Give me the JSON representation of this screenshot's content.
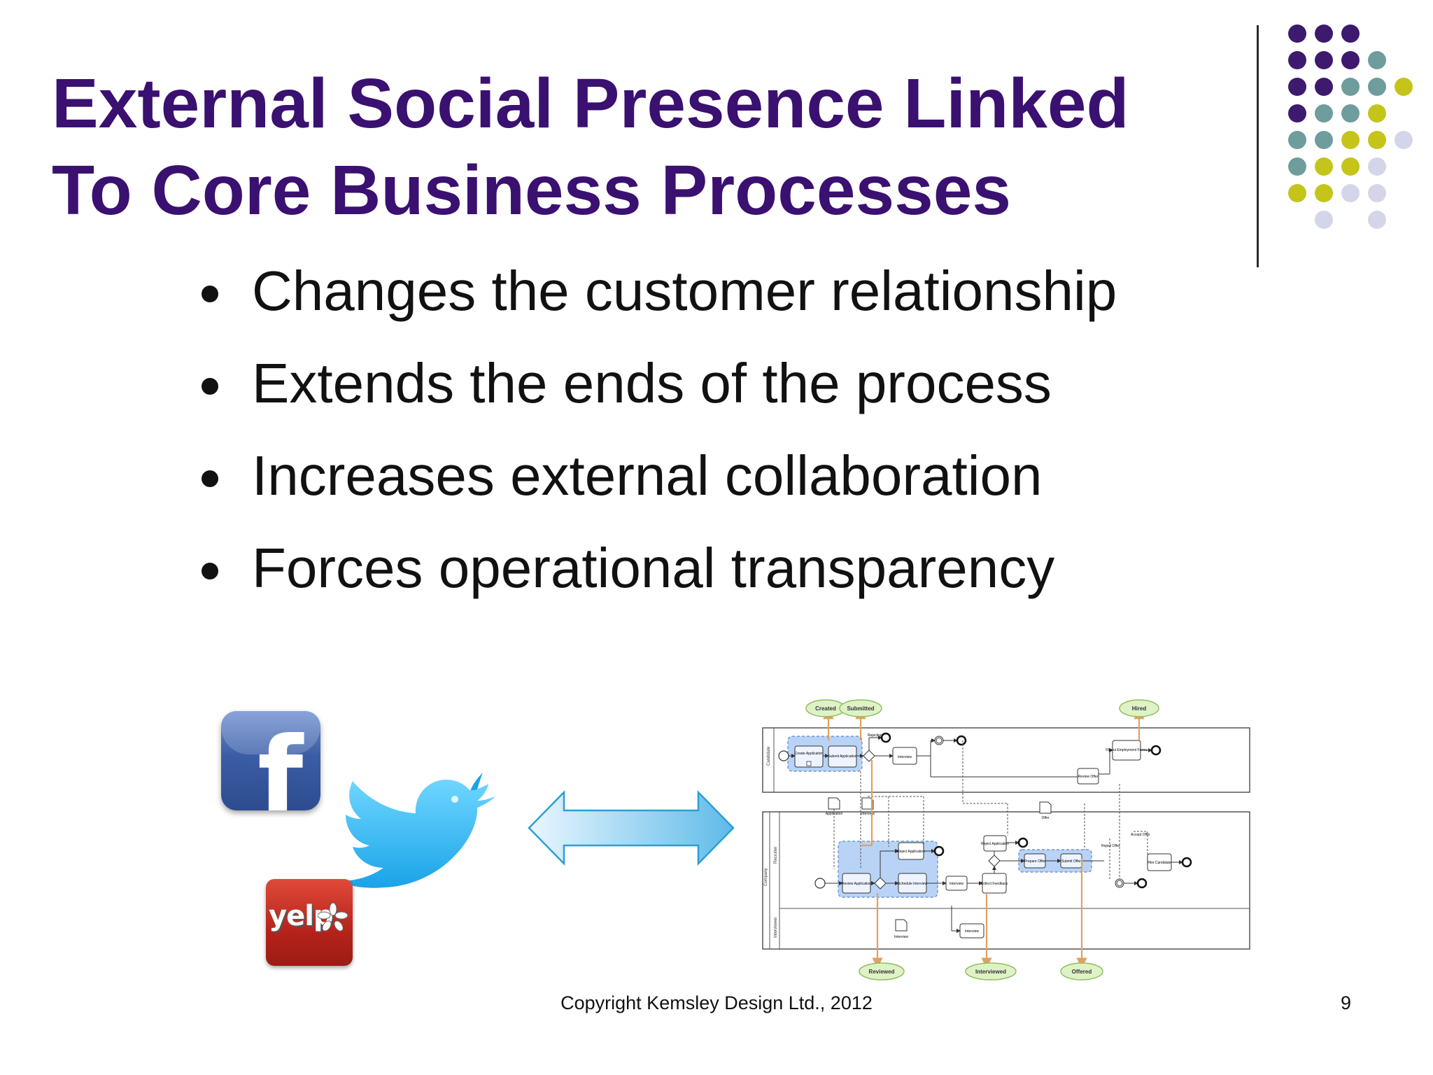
{
  "slide": {
    "title_line1": "External Social Presence Linked",
    "title_line2": "To Core Business Processes",
    "bullets": [
      "Changes the customer relationship",
      "Extends the ends of the process",
      "Increases external collaboration",
      "Forces operational transparency"
    ],
    "footer": "Copyright Kemsley Design Ltd., 2012",
    "page_number": "9"
  },
  "social_icons": {
    "facebook_glyph": "f",
    "yelp_word": "yelp",
    "names": [
      "facebook-icon",
      "twitter-bird-icon",
      "yelp-icon"
    ]
  },
  "process_diagram": {
    "milestones_top": [
      "Created",
      "Submitted",
      "Hired"
    ],
    "milestones_bottom": [
      "Reviewed",
      "Interviewed",
      "Offered"
    ],
    "lanes": [
      "Candidate",
      "Recruiter",
      "Company",
      "Interviewer"
    ],
    "tasks": [
      "Create Application",
      "Submit Application",
      "Interview",
      "Fill out Employment Forms",
      "Review Offer",
      "Reject Application",
      "Review Application",
      "Schedule Interview",
      "Interview",
      "Collect Feedback",
      "Reject Application",
      "Prepare Offer",
      "Submit Offer",
      "Hire Candidate",
      "Interview"
    ],
    "flow_labels": [
      "Rejection",
      "Application",
      "Interview",
      "Offer",
      "Reject Offer",
      "Accept Offer"
    ]
  },
  "colors": {
    "title": "#3a1070",
    "dot_purple": "#3d1a6e",
    "dot_teal": "#6f9c9c",
    "dot_olive": "#c4c41a",
    "dot_lavender": "#d5d5ea",
    "milestone_fill": "#dff2c6",
    "milestone_border": "#8fbf5f",
    "milestone_line": "#e0a060"
  }
}
